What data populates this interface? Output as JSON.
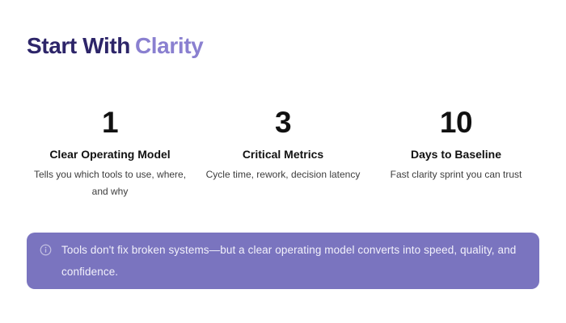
{
  "title": {
    "part1": "Start With",
    "part2": "Clarity"
  },
  "stats": [
    {
      "value": "1",
      "label": "Clear Operating Model",
      "description": "Tells you which tools to use, where, and why"
    },
    {
      "value": "3",
      "label": "Critical Metrics",
      "description": "Cycle time, rework, decision latency"
    },
    {
      "value": "10",
      "label": "Days to Baseline",
      "description": "Fast clarity sprint you can trust"
    }
  ],
  "banner": {
    "icon": "info-icon",
    "text": "Tools don't fix broken systems—but a clear operating model converts into speed, quality, and confidence."
  },
  "colors": {
    "title_dark": "#2d2569",
    "title_accent": "#8a80d0",
    "banner_bg": "#7a74bf",
    "banner_text": "#f2f1fb",
    "stat_text": "#111111",
    "stat_desc": "#3d3d3d"
  }
}
